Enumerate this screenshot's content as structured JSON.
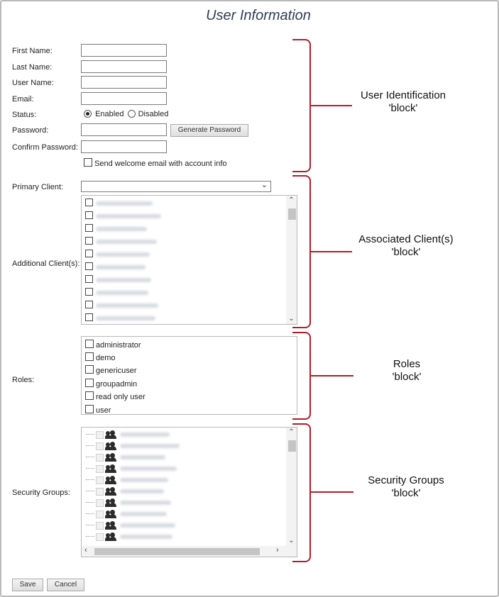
{
  "page_title": "User Information",
  "identification": {
    "first_name_label": "First Name:",
    "last_name_label": "Last Name:",
    "user_name_label": "User Name:",
    "email_label": "Email:",
    "status_label": "Status:",
    "status_enabled": "Enabled",
    "status_disabled": "Disabled",
    "password_label": "Password:",
    "generate_password": "Generate Password",
    "confirm_password_label": "Confirm Password:",
    "welcome_email": "Send welcome email with account info"
  },
  "clients": {
    "primary_label": "Primary Client:",
    "additional_label": "Additional Client(s):"
  },
  "roles": {
    "label": "Roles:",
    "items": [
      "administrator",
      "demo",
      "genericuser",
      "groupadmin",
      "read only user",
      "user"
    ]
  },
  "security": {
    "label": "Security Groups:"
  },
  "buttons": {
    "save": "Save",
    "cancel": "Cancel"
  },
  "annotations": {
    "identification_line1": "User Identification",
    "identification_line2": "'block'",
    "clients_line1": "Associated Client(s)",
    "clients_line2": "'block'",
    "roles_line1": "Roles",
    "roles_line2": "'block'",
    "security_line1": "Security Groups",
    "security_line2": "'block'"
  },
  "colors": {
    "brace": "#b11d2b",
    "title": "#2e3f55"
  }
}
